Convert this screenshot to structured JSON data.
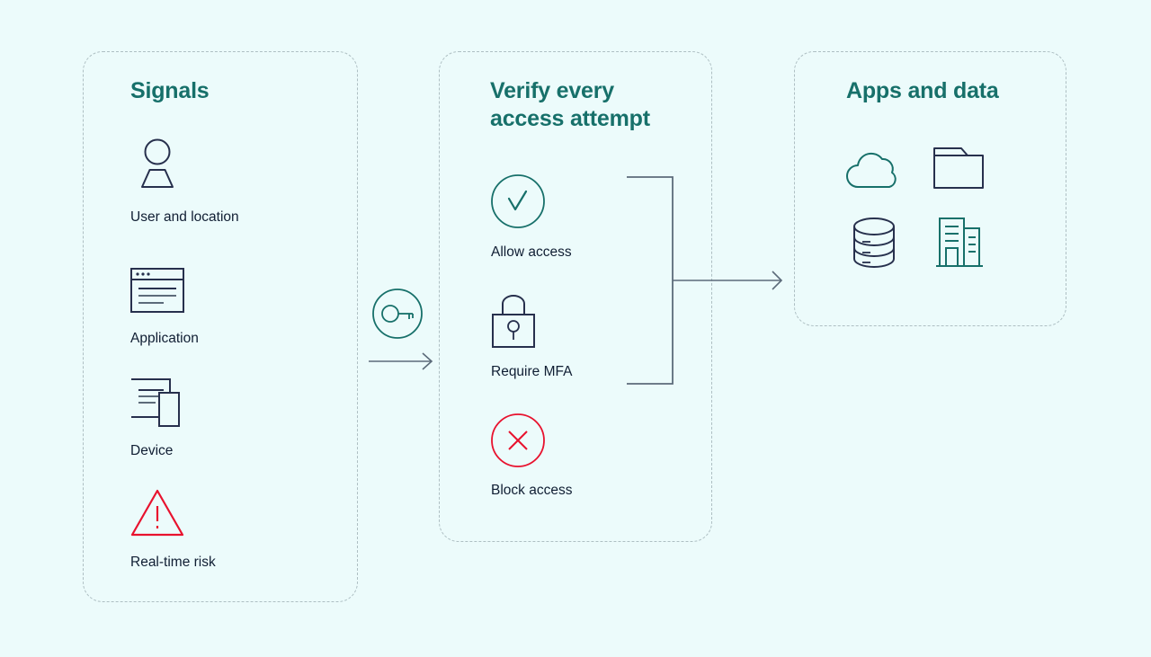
{
  "colors": {
    "background": "#ecfbfb",
    "teal": "#17706a",
    "navy": "#27304d",
    "red": "#e8122e",
    "text": "#101e33",
    "panel_border": "#aebfc3",
    "connector": "#5c6b7a"
  },
  "panels": {
    "signals": {
      "title": "Signals",
      "items": [
        {
          "label": "User and location",
          "icon": "user-location-icon"
        },
        {
          "label": "Application",
          "icon": "application-window-icon"
        },
        {
          "label": "Device",
          "icon": "device-icon"
        },
        {
          "label": "Real-time risk",
          "icon": "warning-triangle-icon"
        }
      ]
    },
    "verify": {
      "title": "Verify every\naccess attempt",
      "items": [
        {
          "label": "Allow access",
          "icon": "check-circle-icon"
        },
        {
          "label": "Require MFA",
          "icon": "padlock-icon"
        },
        {
          "label": "Block access",
          "icon": "x-circle-icon"
        }
      ]
    },
    "apps": {
      "title": "Apps and data",
      "items": [
        {
          "icon": "cloud-icon"
        },
        {
          "icon": "folder-icon"
        },
        {
          "icon": "database-icon"
        },
        {
          "icon": "building-icon"
        }
      ]
    }
  },
  "connectors": {
    "key_badge": {
      "icon": "key-circle-icon"
    },
    "arrow_signals_to_verify": {
      "icon": "arrow-right-icon"
    },
    "bracket_verify_to_apps": {
      "icon": "bracket-arrow-icon"
    }
  }
}
